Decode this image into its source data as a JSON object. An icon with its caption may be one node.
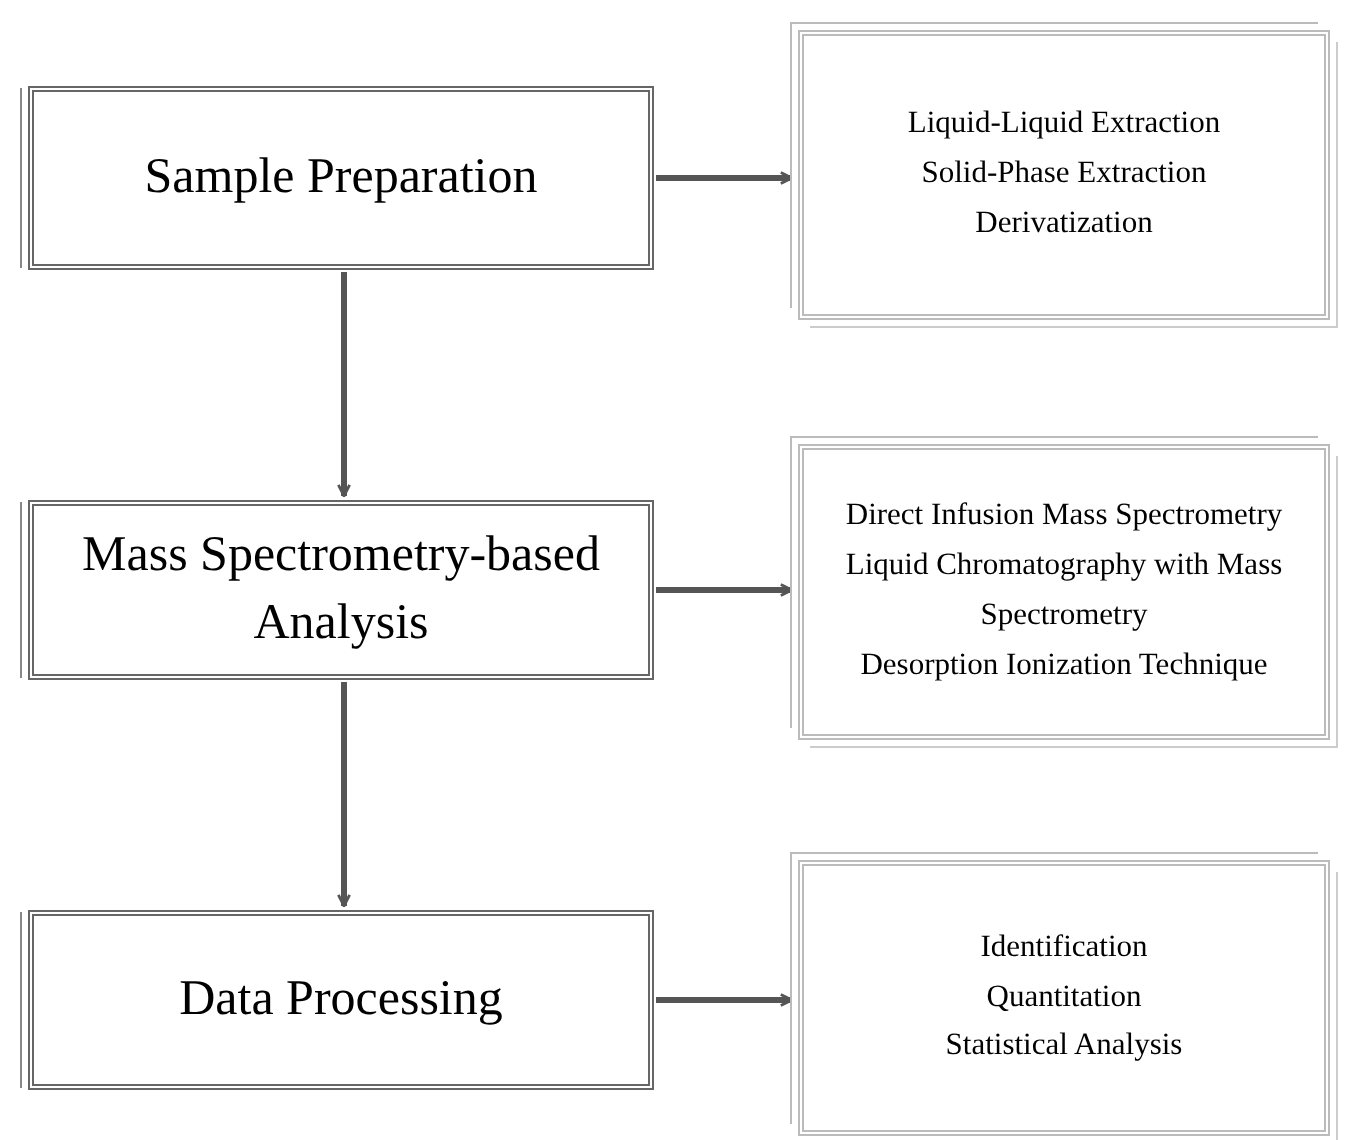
{
  "diagram": {
    "nodes": [
      {
        "text": [
          "Sample Preparation"
        ]
      },
      {
        "text": [
          "Liquid-Liquid Extraction",
          "Solid-Phase Extraction",
          "Derivatization"
        ]
      },
      {
        "text": [
          "Mass Spectrometry-based Analysis"
        ]
      },
      {
        "text": [
          "Direct Infusion Mass Spectrometry",
          "Liquid Chromatography with Mass Spectrometry",
          "Desorption Ionization Technique"
        ]
      },
      {
        "text": [
          "Data Processing"
        ]
      },
      {
        "text": [
          "Identification",
          "Quantitation",
          "Statistical Analysis"
        ]
      }
    ],
    "edges": [
      {
        "from": 0,
        "to": 1,
        "arrow": "to"
      },
      {
        "from": 0,
        "to": 2,
        "arrow": "to"
      },
      {
        "from": 2,
        "to": 3,
        "arrow": "to"
      },
      {
        "from": 2,
        "to": 4,
        "arrow": "to"
      },
      {
        "from": 4,
        "to": 5,
        "arrow": "to"
      }
    ]
  }
}
